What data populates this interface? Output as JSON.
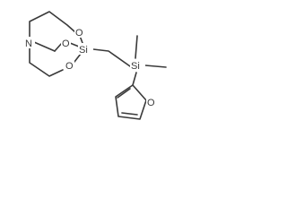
{
  "molecule": {
    "atoms": {
      "nitrogen": "N",
      "silicon_atrane": "Si",
      "oxygen_upper_left": "O",
      "oxygen_middle": "O",
      "oxygen_lower": "O",
      "silicon_dimethyl": "Si",
      "oxygen_furan": "O"
    }
  },
  "colors": {
    "bond": "#3a3a3a",
    "text": "#3a3a3a",
    "background": "#ffffff"
  }
}
